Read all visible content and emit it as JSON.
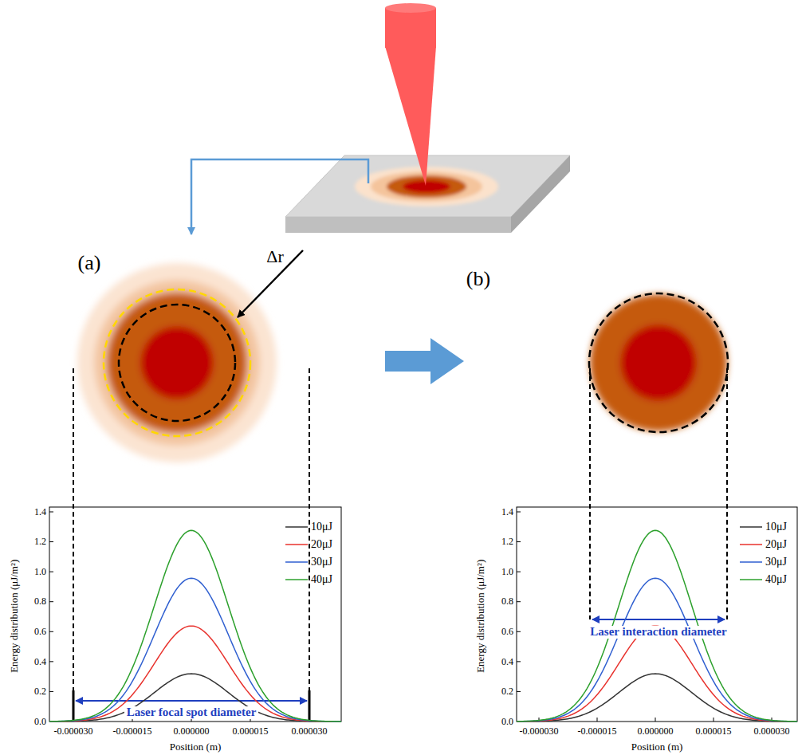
{
  "diagram": {
    "labels": [
      "(a)",
      "Δr",
      "(b)",
      "Laser focal spot diameter",
      "Laser interaction diameter",
      "Energy distribution (μJ/m²)",
      "Position (m)",
      "0.0",
      "0.2",
      "0.4",
      "0.6",
      "0.8",
      "1.0",
      "1.2",
      "1.4",
      "-0.000030",
      "-0.000015",
      "0.000000",
      "0.000015",
      "0.000030",
      "Energy distribution (μJ/m²)",
      "Position (m)",
      "0.0",
      "0.2",
      "0.4",
      "0.6",
      "0.8",
      "1.0",
      "1.2",
      "1.4",
      "-0.000030",
      "-0.000015",
      "0.000000",
      "0.000015",
      "0.000030"
    ],
    "legend": [
      {
        "text": "10μJ"
      },
      {
        "text": "20μJ"
      },
      {
        "text": "30μJ"
      },
      {
        "text": "40μJ"
      },
      {
        "text": "10μJ"
      },
      {
        "text": "20μJ"
      },
      {
        "text": "30μJ"
      },
      {
        "text": "40μJ"
      }
    ]
  }
}
